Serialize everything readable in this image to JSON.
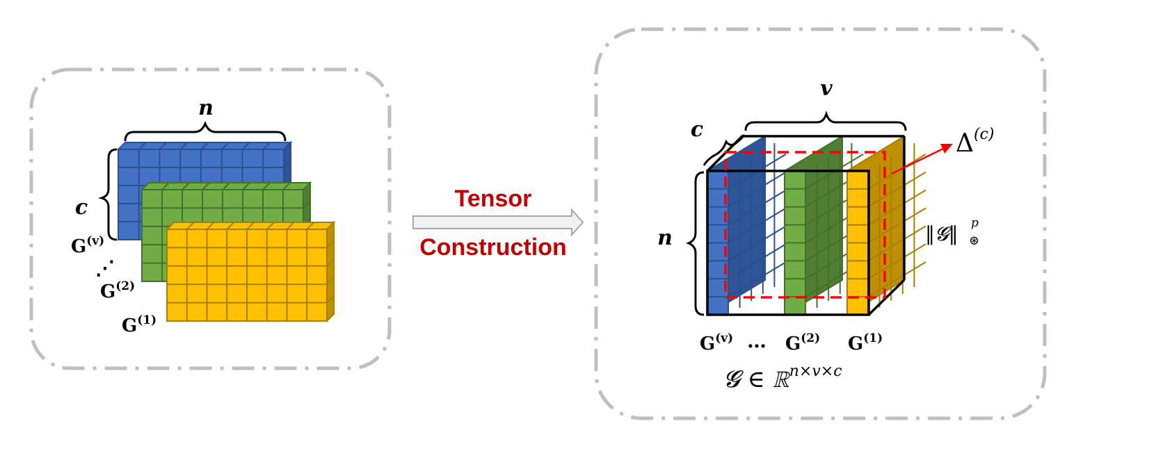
{
  "colors": {
    "blue": "#4472c4",
    "blue_dark": "#2f5597",
    "green": "#70ad47",
    "green_dark": "#507e32",
    "yellow": "#ffc000",
    "yellow_dark": "#bf9000",
    "grid_line_blue": "#2a4f8f",
    "grid_line_green": "#466f2a",
    "grid_line_yellow": "#a87e00",
    "frame_dash": "#bfbfbf",
    "caption_red": "#c00000",
    "highlight_red": "#ff0000"
  },
  "left_panel": {
    "label_n": "n",
    "label_c": "c",
    "views": [
      {
        "base": "G",
        "sup": "(v)"
      },
      {
        "base": "G",
        "sup": "(2)"
      },
      {
        "base": "G",
        "sup": "(1)"
      }
    ],
    "dots": "⋰"
  },
  "arrow": {
    "line1": "Tensor",
    "line2": "Construction"
  },
  "right_panel": {
    "label_v": "v",
    "label_c": "c",
    "label_n": "n",
    "delta_base": "Δ",
    "delta_sup": "(c)",
    "norm_text": "‖𝓖‖",
    "norm_sup": "p",
    "norm_sub": "⊛",
    "views": [
      {
        "base": "G",
        "sup": "(v)"
      },
      {
        "base": "G",
        "sup": "(2)"
      },
      {
        "base": "G",
        "sup": "(1)"
      }
    ],
    "ellipsis": "…",
    "tensor_def": "𝓖 ∈ ℝ",
    "tensor_dims": "n×v×c"
  }
}
